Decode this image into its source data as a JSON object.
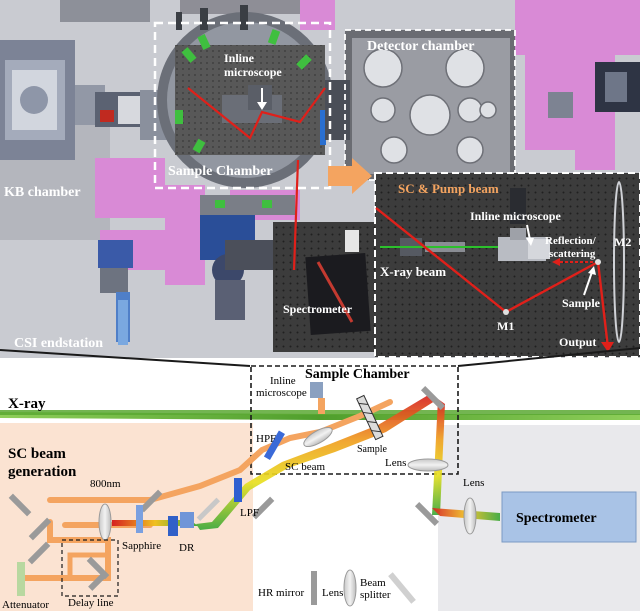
{
  "top": {
    "labels": {
      "inline_microscope_1": "Inline",
      "inline_microscope_2": "microscope",
      "detector_chamber": "Detector chamber",
      "sample_chamber": "Sample Chamber",
      "kb_chamber": "KB chamber",
      "spectrometer": "Spectrometer",
      "csi_endstation": "CSI endstation"
    },
    "inset": {
      "title": "SC & Pump beam",
      "inline_microscope": "Inline microscope",
      "reflection_1": "Reflection/",
      "reflection_2": "scattering",
      "m2": "M2",
      "xray_beam": "X-ray beam",
      "sample": "Sample",
      "m1": "M1",
      "output": "Output"
    }
  },
  "bottom": {
    "sample_chamber_title": "Sample Chamber",
    "xray": "X-ray",
    "sc_beam_generation_1": "SC beam",
    "sc_beam_generation_2": "generation",
    "inline_microscope_1": "Inline",
    "inline_microscope_2": "microscope",
    "hpf": "HPF",
    "sc_beam": "SC beam",
    "sample": "Sample",
    "lens_1": "Lens",
    "lens_2": "Lens",
    "wavelength": "800nm",
    "lpf": "LPF",
    "sapphire": "Sapphire",
    "dr": "DR",
    "spectrometer": "Spectrometer",
    "attenuator": "Attenuator",
    "delay_line": "Delay line",
    "legend": {
      "hr_mirror": "HR mirror",
      "lens": "Lens",
      "beam_splitter_1": "Beam",
      "beam_splitter_2": "splitter"
    }
  },
  "colors": {
    "orange_beam": "#f4a460",
    "xray_green": "#5aa832",
    "pink_frame": "#d98ad6",
    "sc_zone_bg": "#fbe3d2",
    "spectro_zone_bg": "#e9e9ec",
    "spectrometer_box": "#a9c3e6",
    "inset_bg": "#3a3a3a",
    "red_beam": "#e0201a"
  }
}
